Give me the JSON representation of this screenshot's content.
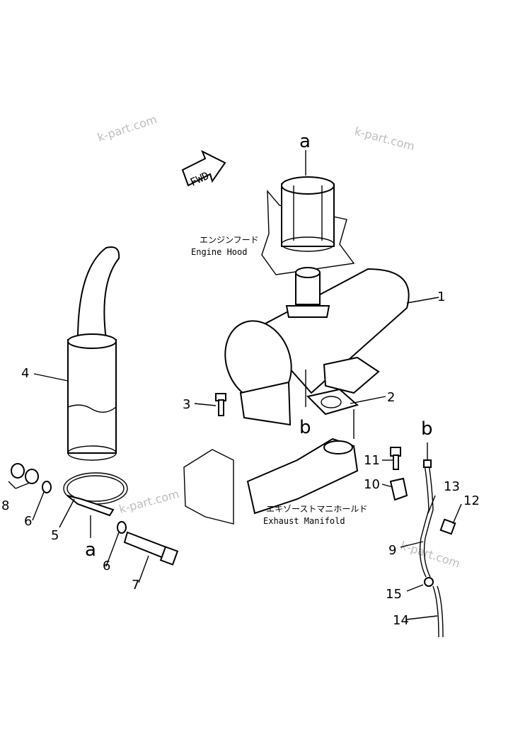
{
  "watermark": "k-part.com",
  "fwd_label": "FWD",
  "refs": {
    "a": "a",
    "b": "b"
  },
  "labels": {
    "engine_hood_jp": "エンジンフード",
    "engine_hood_en": "Engine  Hood",
    "exhaust_manifold_jp": "エキゾーストマニホールド",
    "exhaust_manifold_en": "Exhaust  Manifold"
  },
  "callouts": [
    "1",
    "2",
    "3",
    "4",
    "5",
    "6",
    "6",
    "7",
    "8",
    "9",
    "10",
    "11",
    "12",
    "13",
    "14",
    "15"
  ]
}
